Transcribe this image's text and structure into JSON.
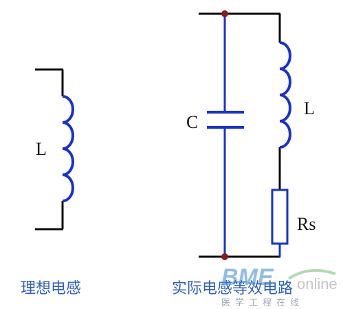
{
  "ideal_inductor": {
    "label": "L",
    "caption": "理想电感"
  },
  "real_inductor": {
    "capacitor_label": "C",
    "inductor_label": "L",
    "resistor_label": "Rs",
    "caption": "实际电感等效电路"
  },
  "watermark": {
    "brand": "BME",
    "online": "online",
    "subtitle": "医学工程在线"
  },
  "colors": {
    "wire": "#0a0a0a",
    "coil": "#1530d8",
    "node": "#8b1a1a",
    "caption": "#2f5fc4"
  }
}
